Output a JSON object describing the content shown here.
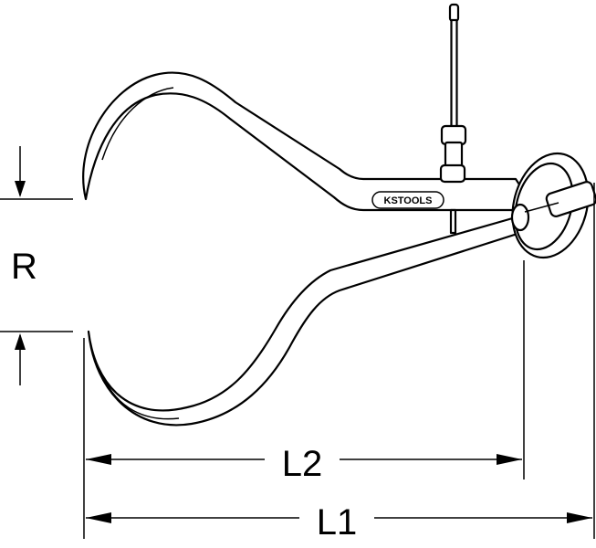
{
  "diagram": {
    "labels": {
      "radius": "R",
      "length_2": "L2",
      "length_1": "L1"
    },
    "logo": {
      "text": "KSTOOLS"
    }
  }
}
